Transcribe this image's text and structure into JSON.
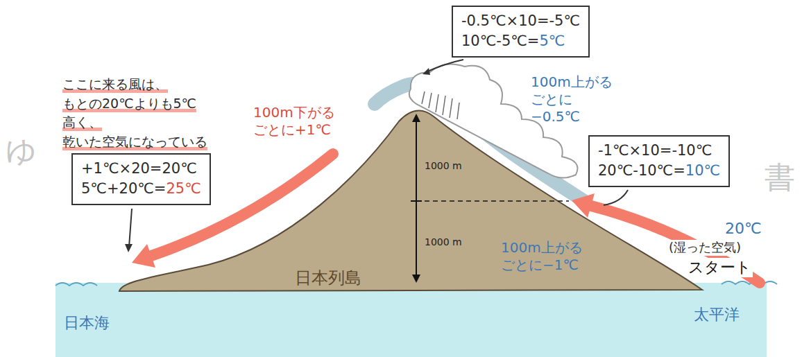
{
  "diagram": {
    "nodes": [
      {
        "text": [
          "-0.5℃×10=-5℃",
          "10℃-5℃=",
          "5℃"
        ]
      },
      {
        "text": [
          "-1℃×10=-10℃",
          "20℃-10℃=",
          "10℃"
        ]
      },
      {
        "text": [
          "+1℃×20=20℃",
          "5℃+20℃=",
          "25℃"
        ]
      }
    ],
    "labels": [
      "ここに来る風は、 もとの20℃よりも5℃高く、 乾いた空気になっている",
      "100m下がる ごとに+1℃",
      "100m上がる ごとに−0.5℃",
      "1000 m",
      "1000 m",
      "20℃",
      "(湿った空気)",
      "スタート",
      "100m上がる ごとに−1℃",
      "日本列島",
      "日本海",
      "太平洋",
      "ゆ",
      "書"
    ]
  }
}
